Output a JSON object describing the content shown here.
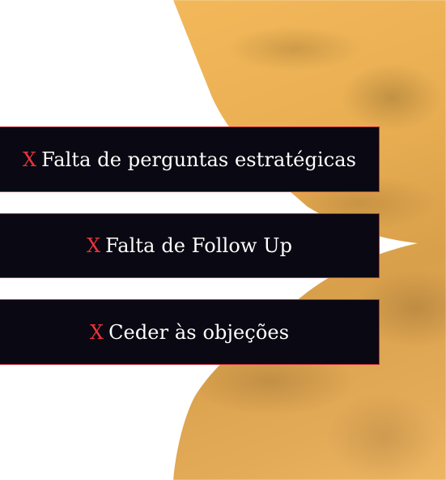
{
  "items": [
    {
      "marker": "X",
      "text": "Falta de perguntas estratégicas"
    },
    {
      "marker": "X",
      "text": "Falta de Follow Up"
    },
    {
      "marker": "X",
      "text": "Ceder às objeções"
    }
  ],
  "colors": {
    "box_background": "#0a0812",
    "box_border": "#c8303d",
    "marker": "#e8343c",
    "text": "#ffffff",
    "accent_background": "#e9ae52"
  }
}
